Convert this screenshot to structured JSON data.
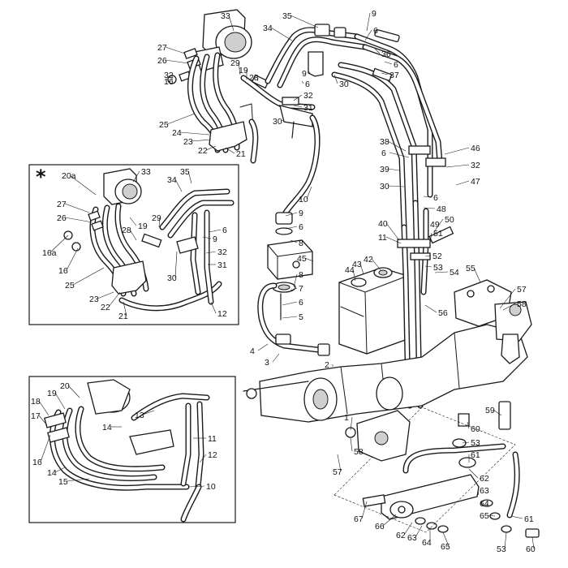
{
  "diagram": {
    "inset_marker": "*",
    "callouts_main": [
      "33",
      "35",
      "9",
      "6",
      "27",
      "34",
      "26",
      "36",
      "32",
      "6",
      "29",
      "37",
      "16",
      "19",
      "28",
      "9",
      "30",
      "6",
      "32",
      "31",
      "25",
      "30",
      "24",
      "23",
      "22",
      "21",
      "38",
      "46",
      "6",
      "39",
      "32",
      "30",
      "47",
      "6",
      "48",
      "10",
      "9",
      "6",
      "40",
      "50",
      "49",
      "11",
      "51",
      "8",
      "52",
      "45",
      "42",
      "53",
      "43",
      "54",
      "55",
      "44",
      "57",
      "8",
      "58",
      "7",
      "56",
      "6",
      "5",
      "4",
      "3",
      "2",
      "1",
      "59",
      "60",
      "53",
      "58",
      "61",
      "57",
      "62",
      "63",
      "64",
      "65",
      "67",
      "66",
      "62",
      "63",
      "64",
      "65",
      "61",
      "53",
      "60"
    ],
    "callouts_inset_top": [
      "20a",
      "33",
      "35",
      "27",
      "34",
      "26",
      "19",
      "29",
      "28",
      "6",
      "9",
      "16a",
      "32",
      "16",
      "31",
      "25",
      "30",
      "23",
      "22",
      "21",
      "12"
    ],
    "callouts_inset_bottom": [
      "20",
      "19",
      "18",
      "13",
      "17",
      "14",
      "11",
      "16",
      "12",
      "14",
      "15",
      "10"
    ]
  }
}
